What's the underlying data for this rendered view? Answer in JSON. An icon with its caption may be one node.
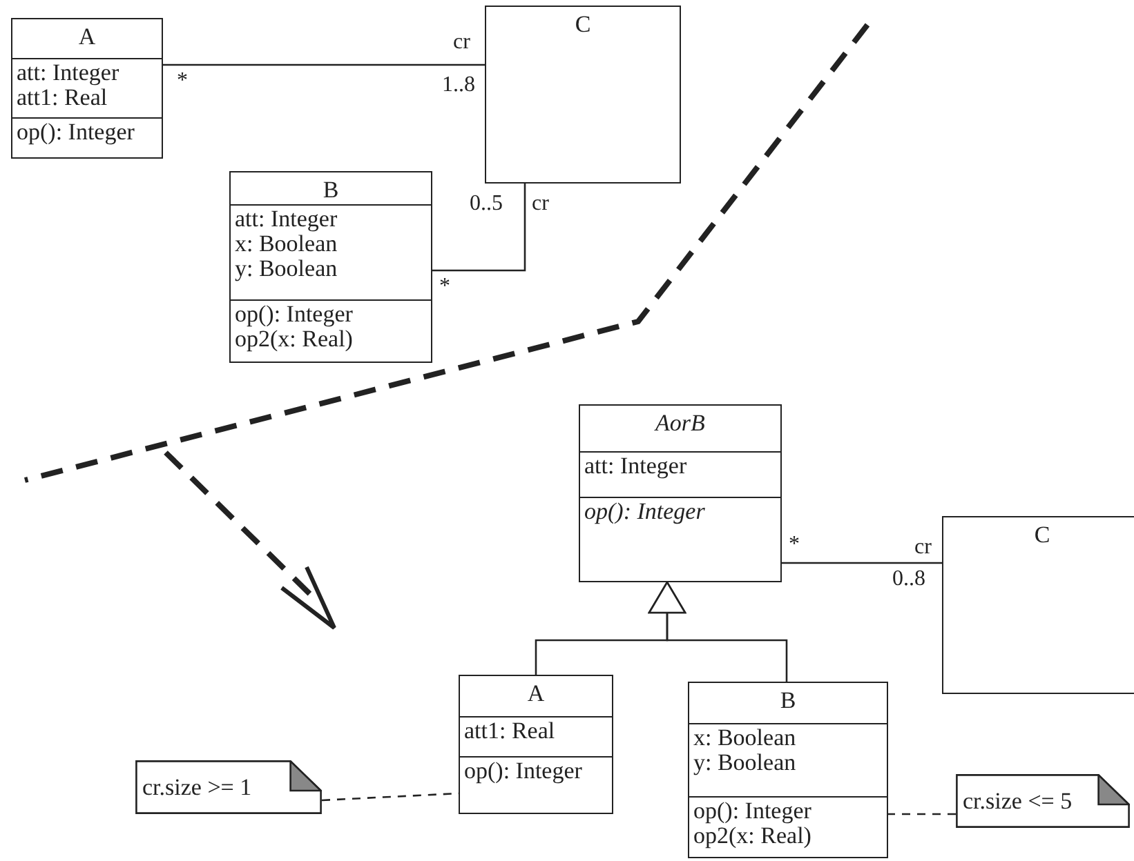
{
  "diagram": {
    "nodes": [
      {
        "text": [
          "A",
          "att: Integer",
          "att1: Real",
          "op(): Integer"
        ]
      },
      {
        "text": [
          "C"
        ]
      },
      {
        "text": [
          "B",
          "att: Integer",
          "x: Boolean",
          "y: Boolean",
          "op(): Integer",
          "op2(x: Real)"
        ]
      },
      {
        "text": [
          "AorB",
          "att: Integer",
          "op(): Integer"
        ]
      },
      {
        "text": [
          "C"
        ]
      },
      {
        "text": [
          "A",
          "att1: Real",
          "op(): Integer"
        ]
      },
      {
        "text": [
          "B",
          "x: Boolean",
          "y: Boolean",
          "op(): Integer",
          "op2(x: Real)"
        ]
      },
      {
        "text": [
          "cr.size >= 1"
        ]
      },
      {
        "text": [
          "cr.size <= 5"
        ]
      }
    ],
    "edges": [
      {
        "from": 0,
        "to": 1,
        "arrow": "none"
      },
      {
        "from": 2,
        "to": 1,
        "arrow": "none"
      },
      {
        "from": 3,
        "to": 4,
        "arrow": "none"
      },
      {
        "from": 5,
        "to": 3,
        "arrow": "to"
      },
      {
        "from": 6,
        "to": 3,
        "arrow": "to"
      },
      {
        "from": 7,
        "to": 5,
        "arrow": "none",
        "style": "dashed"
      },
      {
        "from": 8,
        "to": 6,
        "arrow": "none",
        "style": "dashed"
      }
    ],
    "labels": [
      "cr",
      "*",
      "1..8",
      "0..5",
      "cr",
      "*",
      "*",
      "cr",
      "0..8"
    ]
  }
}
